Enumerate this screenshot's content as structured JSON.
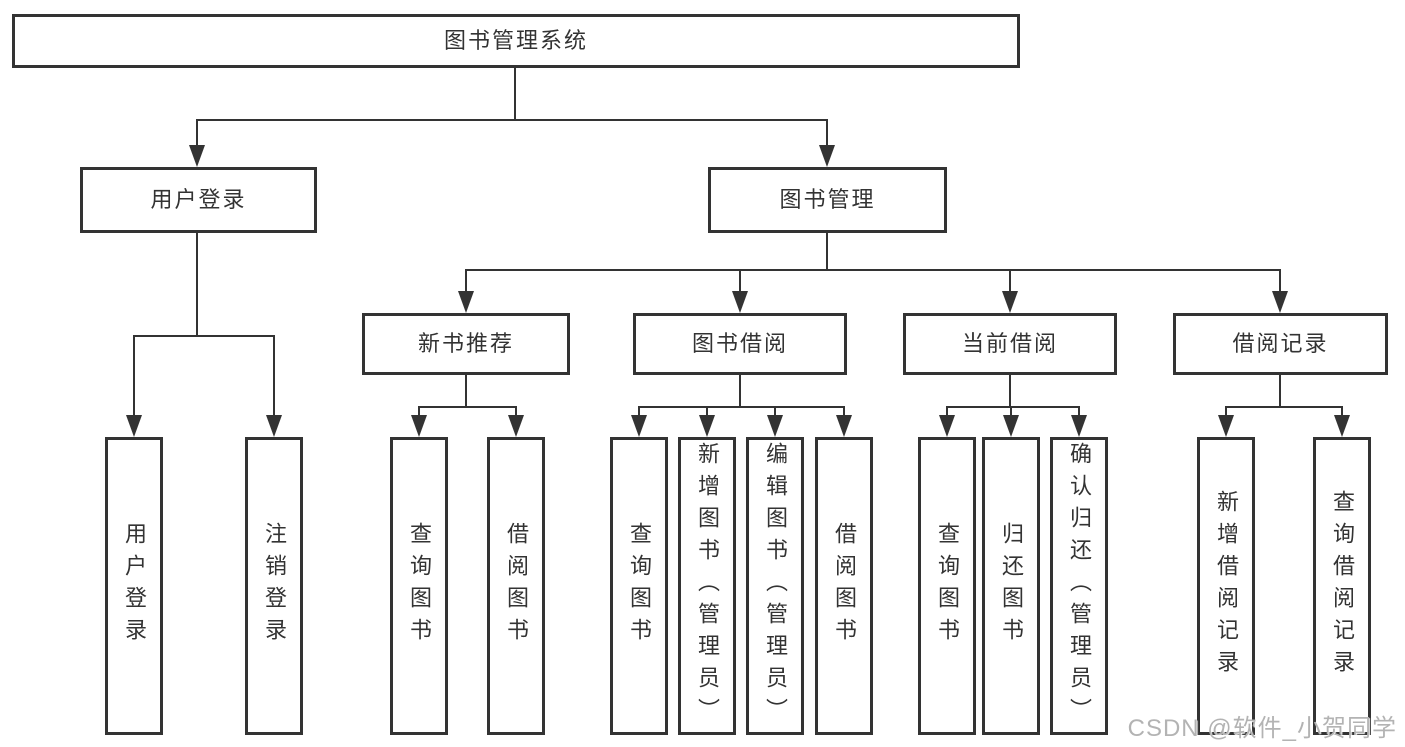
{
  "tree": {
    "root": {
      "label": "图书管理系统"
    },
    "level2": [
      {
        "label": "用户登录",
        "children": [
          {
            "label": "用户登录"
          },
          {
            "label": "注销登录"
          }
        ]
      },
      {
        "label": "图书管理",
        "children": [
          {
            "label": "新书推荐",
            "children": [
              {
                "label": "查询图书"
              },
              {
                "label": "借阅图书"
              }
            ]
          },
          {
            "label": "图书借阅",
            "children": [
              {
                "label": "查询图书"
              },
              {
                "label": "新增图书（管理员）"
              },
              {
                "label": "编辑图书（管理员）"
              },
              {
                "label": "借阅图书"
              }
            ]
          },
          {
            "label": "当前借阅",
            "children": [
              {
                "label": "查询图书"
              },
              {
                "label": "归还图书"
              },
              {
                "label": "确认归还（管理员）"
              }
            ]
          },
          {
            "label": "借阅记录",
            "children": [
              {
                "label": "新增借阅记录"
              },
              {
                "label": "查询借阅记录"
              }
            ]
          }
        ]
      }
    ]
  },
  "watermark": "CSDN @软件_小贺同学",
  "colors": {
    "line": "#333333",
    "text": "#333333",
    "background": "#ffffff",
    "box_fill": "#ffffff",
    "watermark": "#b3b3b3"
  }
}
